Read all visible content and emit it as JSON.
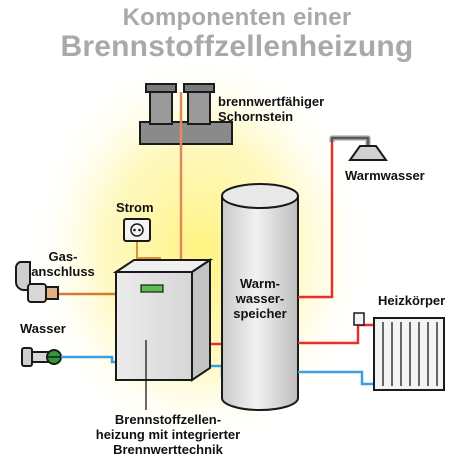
{
  "title": {
    "line1": "Komponenten einer",
    "line2": "Brennstoffzellenheizung"
  },
  "labels": {
    "chimney": "brennwertfähiger\nSchornstein",
    "power": "Strom",
    "gas": "Gas-\nanschluss",
    "water": "Wasser",
    "warm_water": "Warmwasser",
    "storage": "Warm-\nwasser-\nspeicher",
    "radiator": "Heizkörper",
    "heater": "Brennstoffzellen-\nheizung mit integrierter\nBrennwerttechnik"
  },
  "colors": {
    "glow": "#fff27a",
    "hot_pipe": "#e8302b",
    "cold_pipe": "#3a9fe0",
    "gas_pipe": "#d87a2e",
    "power_cable": "#d8952e",
    "exhaust_pipe": "#e08a5a",
    "title": "#a9a9a9",
    "outline": "#1a1a1a",
    "fill_grey": "#e6e6e6",
    "valve_green": "#2f9a3a",
    "display_green": "#5bbf4d"
  },
  "icons": {
    "gas_valve": "gas-valve-icon",
    "water_tap": "water-tap-icon",
    "socket": "power-socket-icon",
    "shower": "shower-icon",
    "radiator": "radiator-icon",
    "chimney": "chimney-icon"
  }
}
